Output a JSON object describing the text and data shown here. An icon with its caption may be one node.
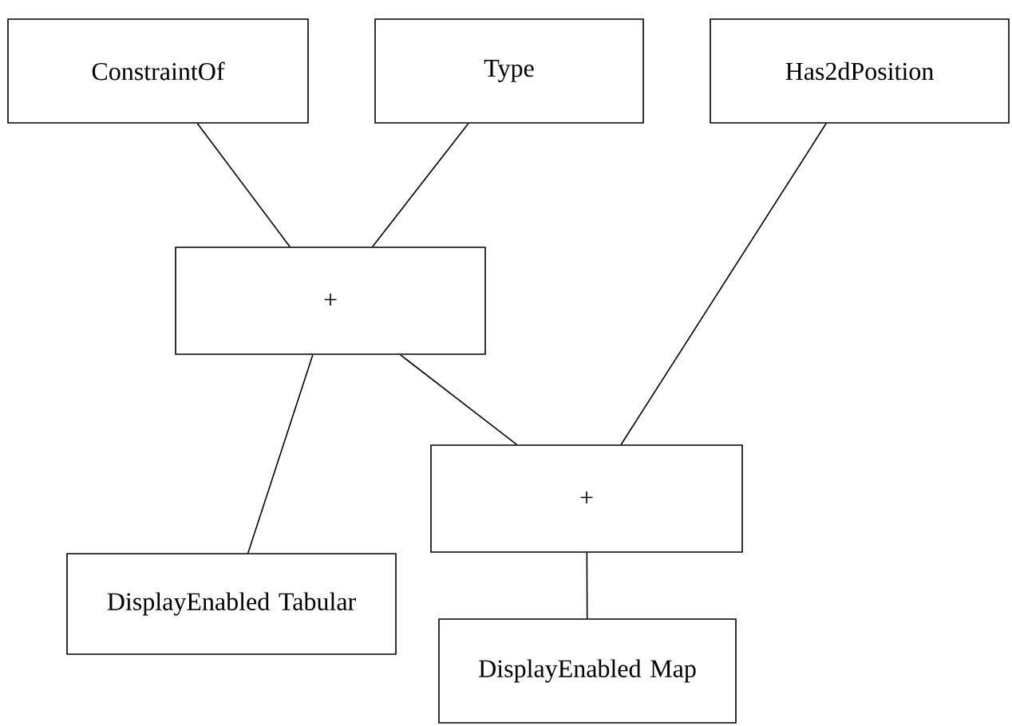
{
  "diagram": {
    "nodes": [
      {
        "text": [
          "ConstraintOf"
        ]
      },
      {
        "text": [
          "Type"
        ]
      },
      {
        "text": [
          "Has2dPosition"
        ]
      },
      {
        "text": [
          "+"
        ]
      },
      {
        "text": [
          "+"
        ]
      },
      {
        "text": [
          "DisplayEnabled Tabular"
        ]
      },
      {
        "text": [
          "DisplayEnabled Map"
        ]
      }
    ],
    "edges": [
      {
        "from": 0,
        "to": 3,
        "arrow": "none"
      },
      {
        "from": 1,
        "to": 3,
        "arrow": "none"
      },
      {
        "from": 2,
        "to": 4,
        "arrow": "none"
      },
      {
        "from": 3,
        "to": 4,
        "arrow": "none"
      },
      {
        "from": 3,
        "to": 5,
        "arrow": "none"
      },
      {
        "from": 4,
        "to": 6,
        "arrow": "none"
      }
    ]
  }
}
